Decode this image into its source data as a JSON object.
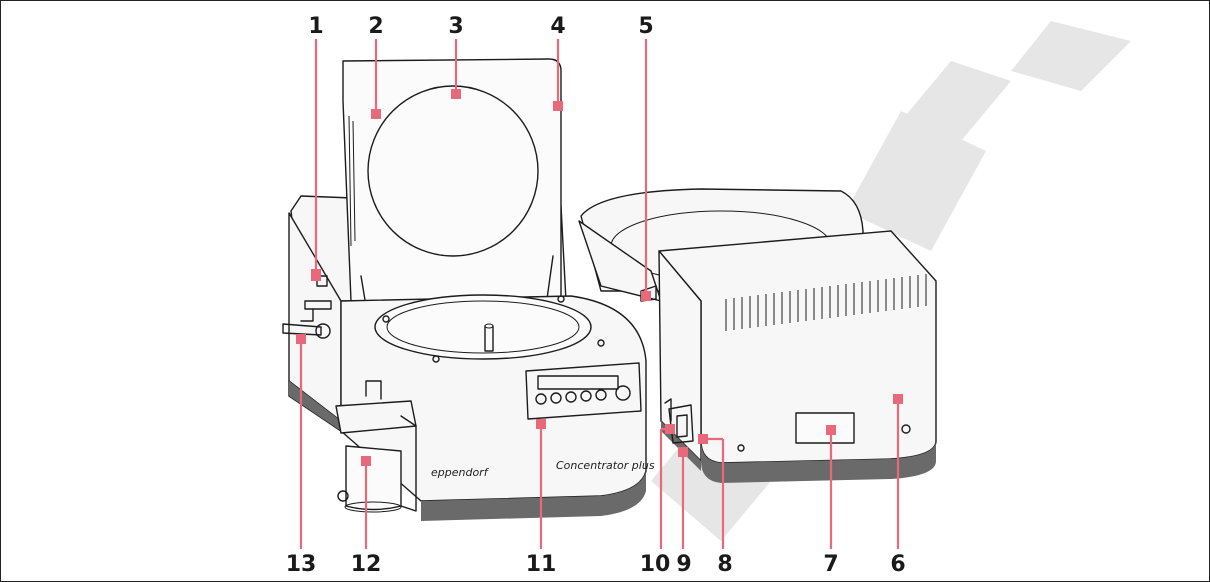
{
  "callouts": [
    {
      "label": "1"
    },
    {
      "label": "2"
    },
    {
      "label": "3"
    },
    {
      "label": "4"
    },
    {
      "label": "5"
    },
    {
      "label": "6"
    },
    {
      "label": "7"
    },
    {
      "label": "8"
    },
    {
      "label": "9"
    },
    {
      "label": "10"
    },
    {
      "label": "11"
    },
    {
      "label": "12"
    },
    {
      "label": "13"
    }
  ],
  "device": {
    "brand": "eppendorf",
    "model": "Concentrator plus"
  }
}
